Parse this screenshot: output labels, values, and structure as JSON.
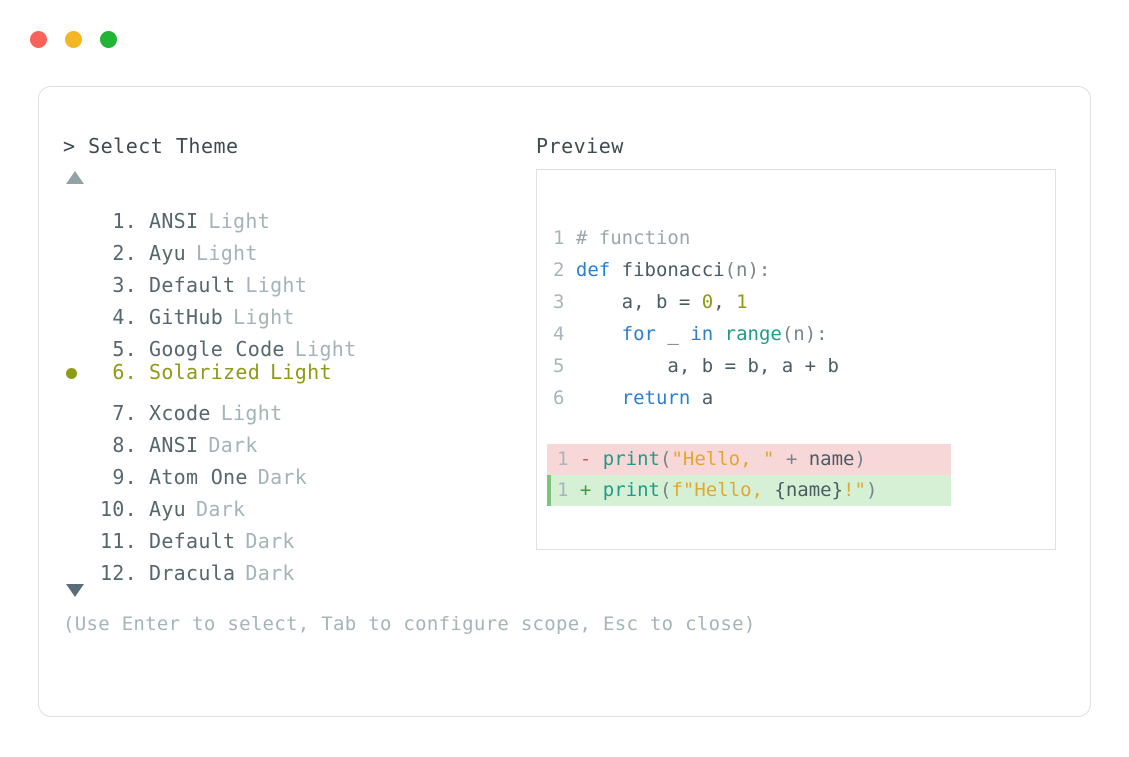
{
  "window": {
    "traffic_lights": [
      {
        "name": "close-button",
        "color": "#f9625a"
      },
      {
        "name": "minimize-button",
        "color": "#f5b625"
      },
      {
        "name": "maximize-button",
        "color": "#22b434"
      }
    ]
  },
  "left_panel": {
    "prompt_caret": ">",
    "title": "Select Theme",
    "scroll_up_indicator": "▲",
    "scroll_down_indicator": "▼",
    "selected_index": 6,
    "selected_marker": "●",
    "items": [
      {
        "number": "1.",
        "name": "ANSI",
        "variant": "Light",
        "selected": false
      },
      {
        "number": "2.",
        "name": "Ayu",
        "variant": "Light",
        "selected": false
      },
      {
        "number": "3.",
        "name": "Default",
        "variant": "Light",
        "selected": false
      },
      {
        "number": "4.",
        "name": "GitHub",
        "variant": "Light",
        "selected": false
      },
      {
        "number": "5.",
        "name": "Google Code",
        "variant": "Light",
        "selected": false
      },
      {
        "number": "6.",
        "name": "Solarized",
        "variant": "Light",
        "selected": true
      },
      {
        "number": "7.",
        "name": "Xcode",
        "variant": "Light",
        "selected": false
      },
      {
        "number": "8.",
        "name": "ANSI",
        "variant": "Dark",
        "selected": false
      },
      {
        "number": "9.",
        "name": "Atom One",
        "variant": "Dark",
        "selected": false
      },
      {
        "number": "10.",
        "name": "Ayu",
        "variant": "Dark",
        "selected": false
      },
      {
        "number": "11.",
        "name": "Default",
        "variant": "Dark",
        "selected": false
      },
      {
        "number": "12.",
        "name": "Dracula",
        "variant": "Dark",
        "selected": false
      }
    ]
  },
  "right_panel": {
    "title": "Preview",
    "code_lines": [
      {
        "number": "1",
        "tokens": [
          {
            "text": "# function",
            "type": "comment"
          }
        ]
      },
      {
        "number": "2",
        "tokens": [
          {
            "text": "def ",
            "type": "kw"
          },
          {
            "text": "fibonacci",
            "type": "fn"
          },
          {
            "text": "(n):",
            "type": "punc"
          }
        ]
      },
      {
        "number": "3",
        "tokens": [
          {
            "text": "    a, b = ",
            "type": "plain"
          },
          {
            "text": "0",
            "type": "num"
          },
          {
            "text": ", ",
            "type": "plain"
          },
          {
            "text": "1",
            "type": "num"
          }
        ]
      },
      {
        "number": "4",
        "tokens": [
          {
            "text": "    ",
            "type": "plain"
          },
          {
            "text": "for",
            "type": "kw"
          },
          {
            "text": " _ ",
            "type": "plain"
          },
          {
            "text": "in",
            "type": "kw"
          },
          {
            "text": " ",
            "type": "plain"
          },
          {
            "text": "range",
            "type": "builtin"
          },
          {
            "text": "(n):",
            "type": "punc"
          }
        ]
      },
      {
        "number": "5",
        "tokens": [
          {
            "text": "        a, b = b, a + b",
            "type": "plain"
          }
        ]
      },
      {
        "number": "6",
        "tokens": [
          {
            "text": "    ",
            "type": "plain"
          },
          {
            "text": "return",
            "type": "kw"
          },
          {
            "text": " a",
            "type": "plain"
          }
        ]
      }
    ],
    "diff_lines": [
      {
        "number": "1",
        "sign": "-",
        "kind": "removed",
        "tokens": [
          {
            "text": "print",
            "type": "builtin"
          },
          {
            "text": "(",
            "type": "punc"
          },
          {
            "text": "\"Hello, \"",
            "type": "str"
          },
          {
            "text": " + ",
            "type": "op"
          },
          {
            "text": "name",
            "type": "plain"
          },
          {
            "text": ")",
            "type": "punc"
          }
        ]
      },
      {
        "number": "1",
        "sign": "+",
        "kind": "added",
        "tokens": [
          {
            "text": "print",
            "type": "builtin"
          },
          {
            "text": "(",
            "type": "punc"
          },
          {
            "text": "f\"Hello, ",
            "type": "str"
          },
          {
            "text": "{name}",
            "type": "plain"
          },
          {
            "text": "!",
            "type": "str"
          },
          {
            "text": "\"",
            "type": "str"
          },
          {
            "text": ")",
            "type": "punc"
          }
        ]
      }
    ]
  },
  "footer": {
    "hint": "(Use Enter to select, Tab to configure scope, Esc to close)"
  },
  "colors": {
    "accent_selected": "#8d9c17",
    "text_primary": "#56676e",
    "text_muted": "#a4b4b9",
    "border": "#dde1e1",
    "diff_removed_bg": "#f7d7d7",
    "diff_added_bg": "#d6f0d6",
    "keyword": "#2a7fd4",
    "builtin": "#1e9b8a",
    "string": "#e0a82e",
    "number": "#8d9c17"
  }
}
